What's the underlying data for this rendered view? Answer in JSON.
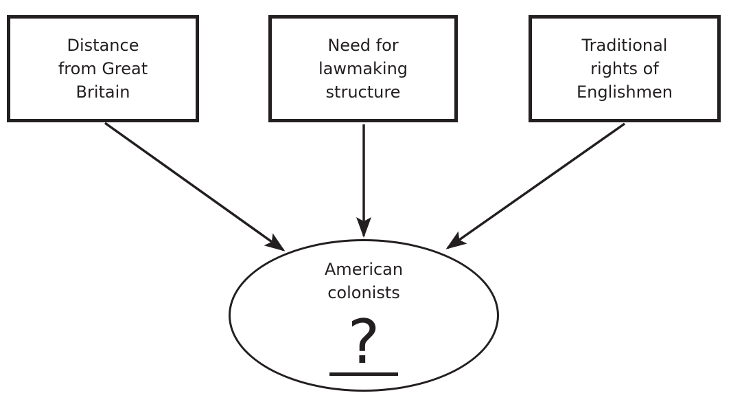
{
  "diagram": {
    "title_hint": "cause-and-effect graphic organizer",
    "causes": [
      {
        "label": "Distance\nfrom Great\nBritain"
      },
      {
        "label": "Need for\nlawmaking\nstructure"
      },
      {
        "label": "Traditional\nrights of\nEnglishmen"
      }
    ],
    "effect": {
      "label": "American\ncolonists",
      "question_mark": "?"
    },
    "colors": {
      "stroke": "#231f20",
      "background": "#ffffff"
    }
  }
}
